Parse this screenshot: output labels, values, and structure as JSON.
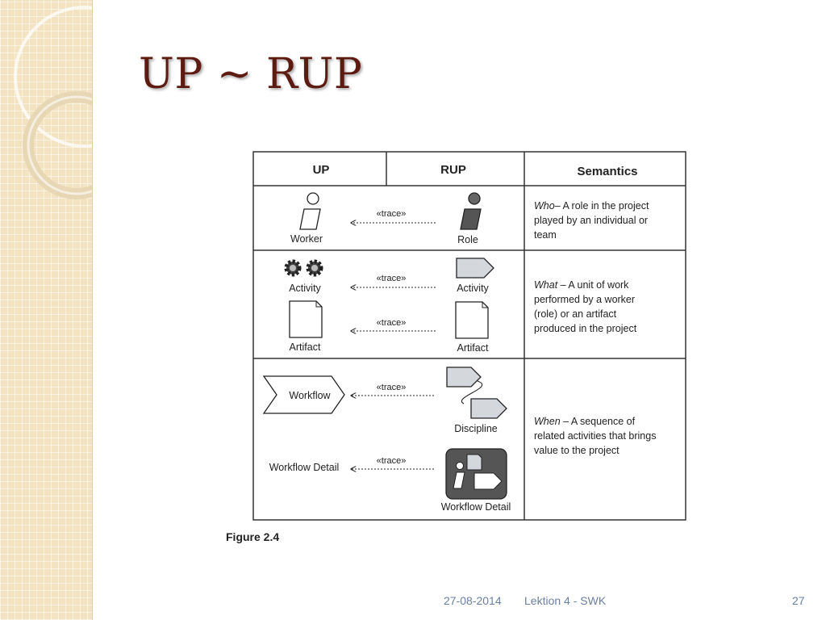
{
  "slide": {
    "title": "UP ~ RUP"
  },
  "table": {
    "headers": {
      "up": "UP",
      "rup": "RUP",
      "semantics": "Semantics"
    },
    "rows": [
      {
        "up_items": [
          "Worker"
        ],
        "rup_items": [
          "Role"
        ],
        "semantics_keyword": "Who",
        "semantics_lines": [
          "– A role in the project",
          "played by an individual or",
          "team"
        ]
      },
      {
        "up_items": [
          "Activity",
          "Artifact"
        ],
        "rup_items": [
          "Activity",
          "Artifact"
        ],
        "semantics_keyword": "What",
        "semantics_lines": [
          " – A unit of work",
          "performed by a worker",
          "(role) or an artifact",
          "produced in the project"
        ]
      },
      {
        "up_items": [
          "Workflow",
          "Workflow Detail"
        ],
        "rup_items": [
          "Discipline",
          "Workflow Detail"
        ],
        "semantics_keyword": "When",
        "semantics_lines": [
          " – A sequence of",
          "related activities that brings",
          "value to the project"
        ]
      }
    ],
    "trace_label": "«trace»"
  },
  "figure": {
    "caption": "Figure 2.4"
  },
  "footer": {
    "date": "27-08-2014",
    "lesson": "Lektion 4 - SWK",
    "page": "27"
  },
  "colors": {
    "title": "#5c1a10",
    "footer": "#6b7fa3",
    "band": "#f3e3c0",
    "rup_fill": "#d4d7dc",
    "dark_fill": "#555555"
  }
}
